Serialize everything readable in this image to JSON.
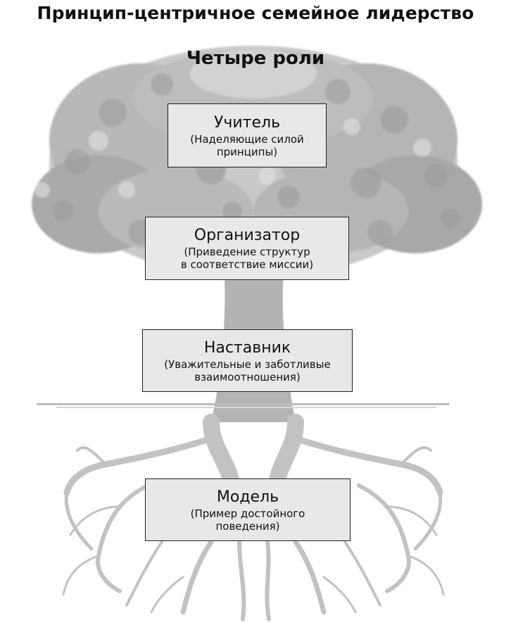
{
  "title": "Принцип-центричное семейное лидерство",
  "subtitle": "Четыре роли",
  "roles": [
    {
      "name": "Учитель",
      "desc_lines": [
        "(Наделяющие силой",
        "принципы)"
      ]
    },
    {
      "name": "Организатор",
      "desc_lines": [
        "(Приведение структур",
        "в соответствие миссии)"
      ]
    },
    {
      "name": "Наставник",
      "desc_lines": [
        "(Уважительные и заботливые",
        "взаимоотношения)"
      ]
    },
    {
      "name": "Модель",
      "desc_lines": [
        "(Пример достойного",
        "поведения)"
      ]
    }
  ],
  "colors": {
    "foliage": "#a9a9a9",
    "foliage_light": "#cfcfcf",
    "trunk": "#b4b4b4",
    "roots": "#c4c4c4",
    "box_fill": "#e8e8e8",
    "box_border": "#222222"
  }
}
